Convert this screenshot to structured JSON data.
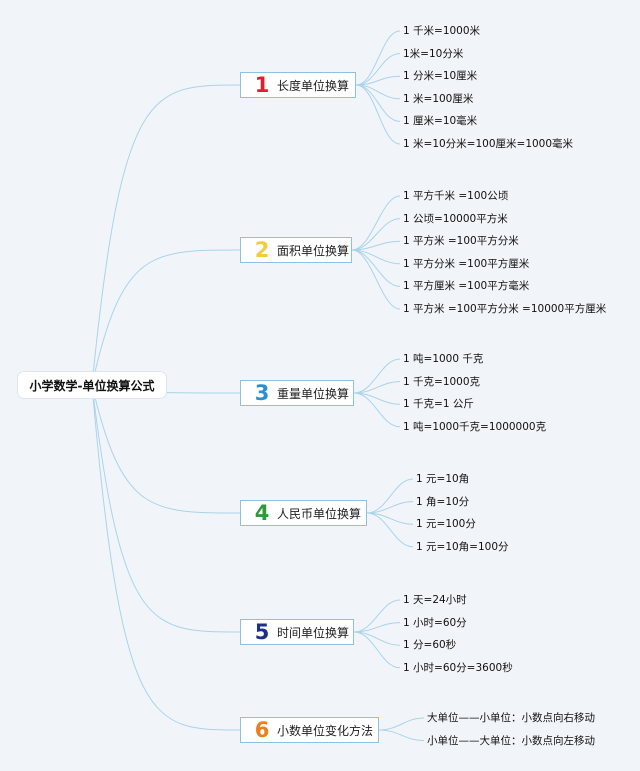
{
  "root": {
    "label": "小学数学-单位换算公式"
  },
  "colors": {
    "line": "#a9d3ea",
    "branch_border": "#8cc2df"
  },
  "branches": [
    {
      "number": "1",
      "number_color": "#e01f2d",
      "label": "长度单位换算",
      "leaves": [
        "1 千米=1000米",
        "1米=10分米",
        "1 分米=10厘米",
        "1 米=100厘米",
        "1 厘米=10毫米",
        "1 米=10分米=100厘米=1000毫米"
      ]
    },
    {
      "number": "2",
      "number_color": "#f2cc3a",
      "label": "面积单位换算",
      "leaves": [
        "1 平方千米 =100公顷",
        "1 公顷=10000平方米",
        "1 平方米 =100平方分米",
        "1 平方分米 =100平方厘米",
        "1 平方厘米 =100平方毫米",
        "1 平方米 =100平方分米 =10000平方厘米"
      ]
    },
    {
      "number": "3",
      "number_color": "#2a8fd0",
      "label": "重量单位换算",
      "leaves": [
        "1 吨=1000 千克",
        "1 千克=1000克",
        "1 千克=1 公斤",
        "1 吨=1000千克=1000000克"
      ]
    },
    {
      "number": "4",
      "number_color": "#2e9a3a",
      "label": "人民币单位换算",
      "leaves": [
        "1 元=10角",
        "1 角=10分",
        "1 元=100分",
        "1 元=10角=100分"
      ]
    },
    {
      "number": "5",
      "number_color": "#1d2f86",
      "label": "时间单位换算",
      "leaves": [
        "1 天=24小时",
        "1 小时=60分",
        "1 分=60秒",
        "1 小时=60分=3600秒"
      ]
    },
    {
      "number": "6",
      "number_color": "#f07d1c",
      "label": "小数单位变化方法",
      "leaves": [
        "大单位——小单位：小数点向右移动",
        "小单位——大单位：小数点向左移动"
      ]
    }
  ]
}
